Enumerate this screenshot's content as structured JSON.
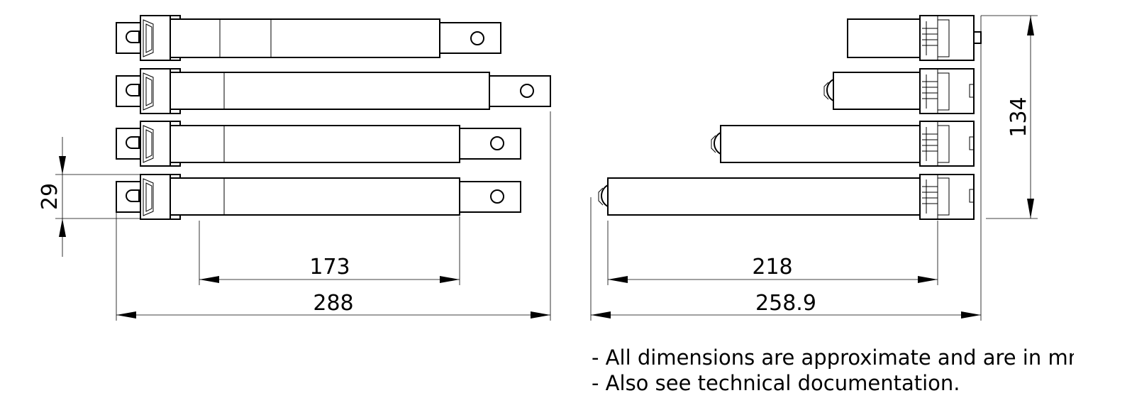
{
  "dimensions": {
    "height_single": "29",
    "stroke_173": "173",
    "total_288": "288",
    "stroke_218": "218",
    "total_258_9": "258.9",
    "height_total": "134"
  },
  "notes": [
    "- All dimensions are approximate and are in mm.",
    "- Also see technical documentation."
  ]
}
